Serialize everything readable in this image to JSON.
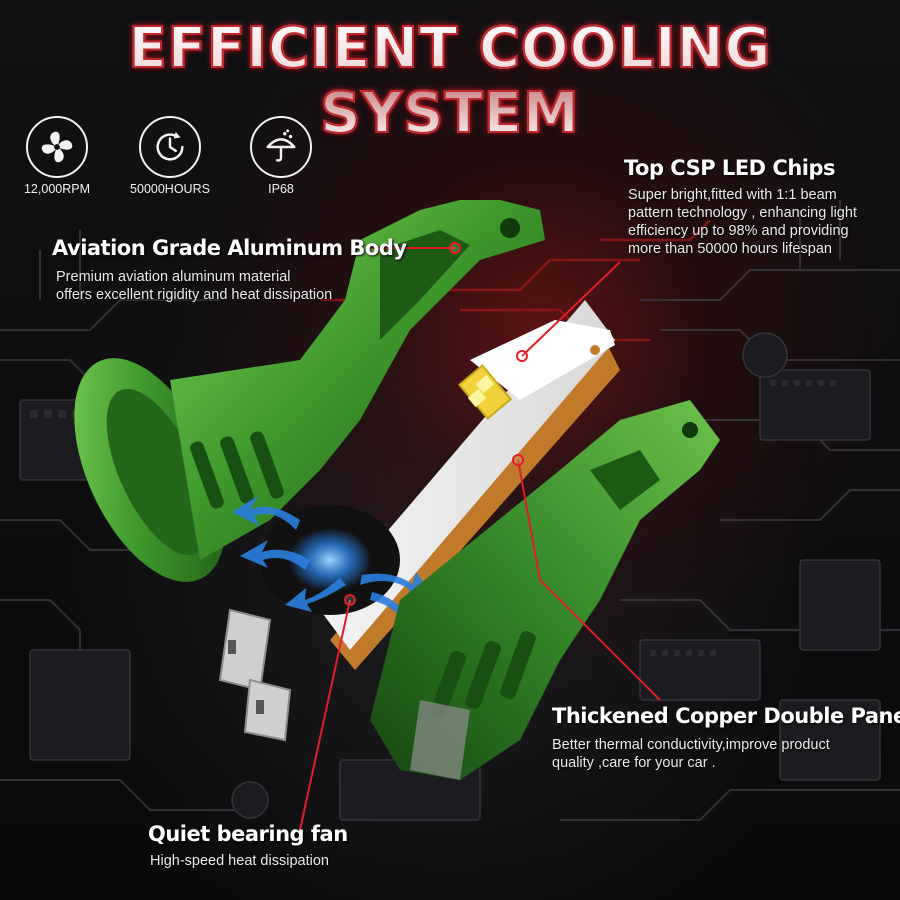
{
  "title": "EFFICIENT COOLING SYSTEM",
  "badges": [
    {
      "icon": "fan-icon",
      "label": "12,000RPM"
    },
    {
      "icon": "clock-icon",
      "label": "50000HOURS"
    },
    {
      "icon": "umbrella-icon",
      "label": "IP68"
    }
  ],
  "features": {
    "aluminum": {
      "title": "Aviation Grade Aluminum Body",
      "desc": [
        "Premium aviation aluminum material",
        "offers excellent rigidity and heat dissipation"
      ]
    },
    "chips": {
      "title": "Top CSP LED Chips",
      "desc": [
        "Super bright,fitted with 1:1 beam",
        "pattern technology , enhancing light",
        "efficiency up to 98% and providing",
        "more than 50000 hours lifespan"
      ]
    },
    "copper": {
      "title": "Thickened Copper Double Panel",
      "desc": [
        "Better thermal conductivity,improve product",
        "quality ,care for your car ."
      ]
    },
    "fan": {
      "title": "Quiet bearing fan",
      "desc": [
        "High-speed heat dissipation"
      ]
    }
  },
  "colors": {
    "accent": "#e01e2a",
    "body_green": "#3f9a2c",
    "copper": "#c07a2a",
    "airflow_blue": "#2a7fe0"
  }
}
